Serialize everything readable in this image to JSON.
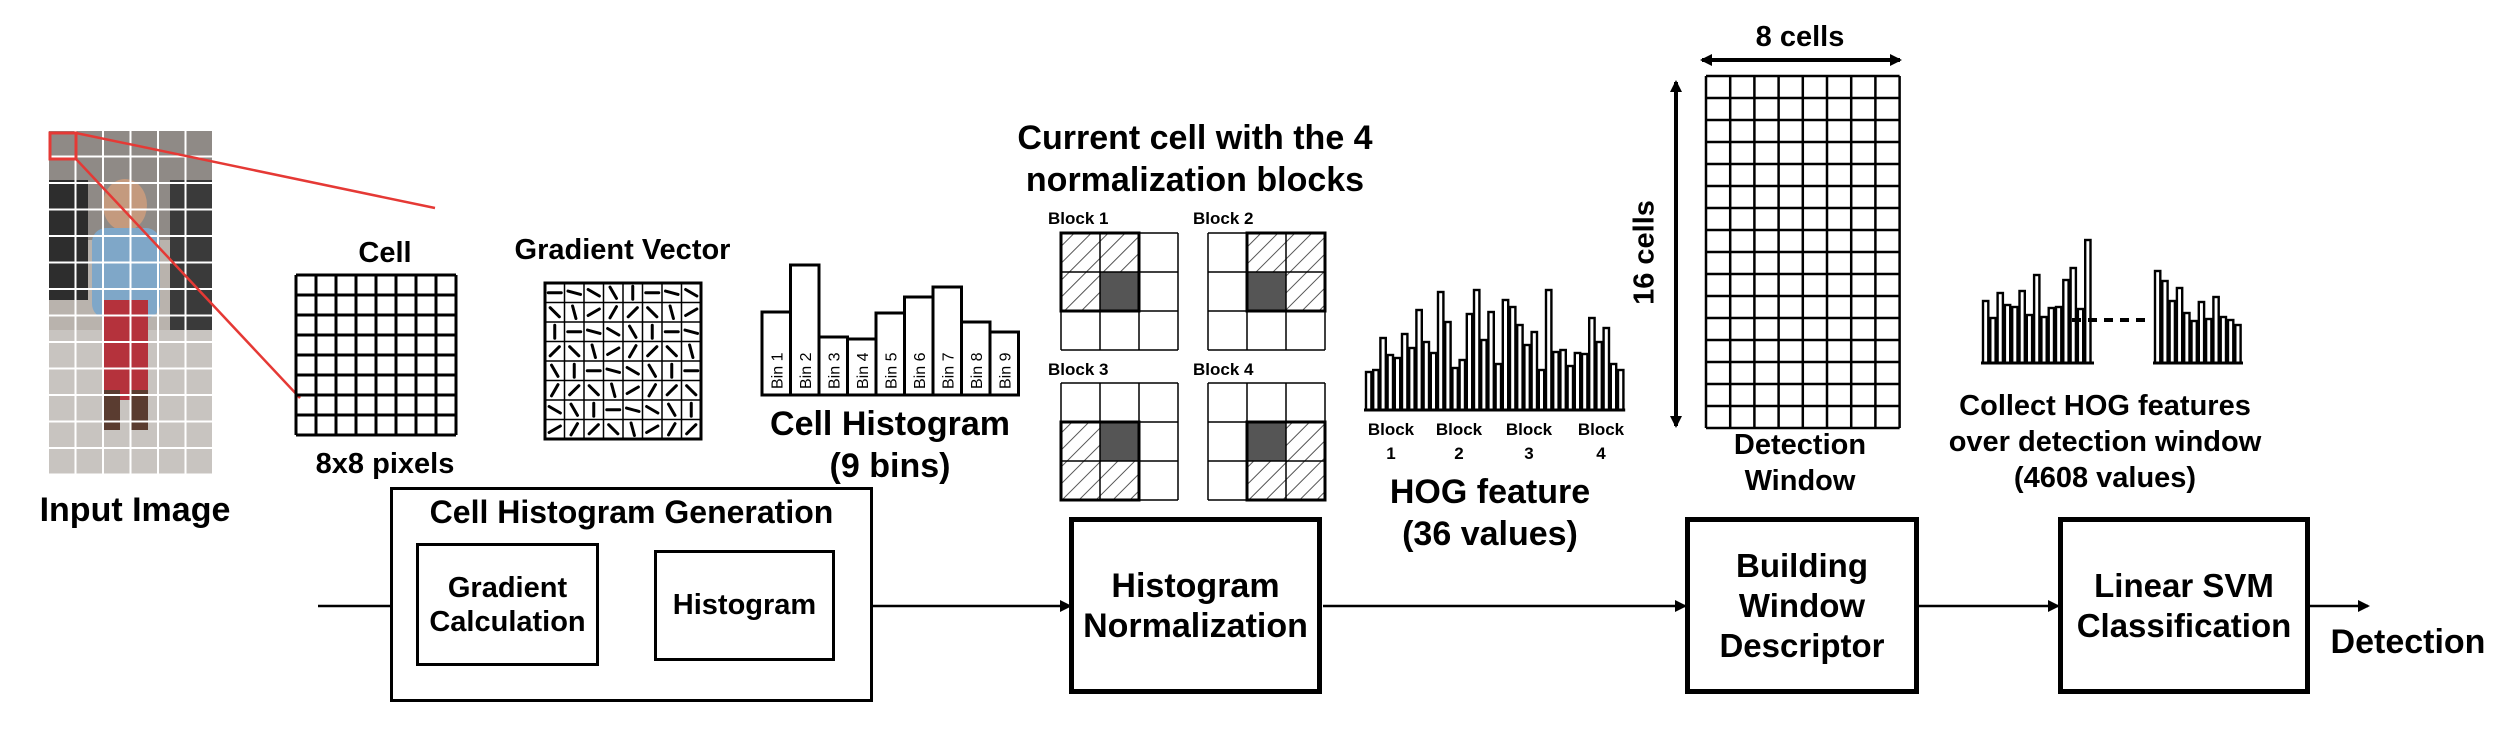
{
  "input_image": {
    "label": "Input Image"
  },
  "cell": {
    "title": "Cell",
    "caption": "8x8 pixels"
  },
  "gradient_vector": {
    "title": "Gradient Vector"
  },
  "cell_histogram": {
    "caption_line1": "Cell Histogram",
    "caption_line2": "(9 bins)",
    "bins": [
      "Bin 1",
      "Bin 2",
      "Bin 3",
      "Bin 4",
      "Bin 5",
      "Bin 6",
      "Bin 7",
      "Bin 8",
      "Bin 9"
    ]
  },
  "normalization": {
    "title_line1": "Current cell with the 4",
    "title_line2": "normalization blocks",
    "blocks": [
      "Block 1",
      "Block 2",
      "Block 3",
      "Block 4"
    ]
  },
  "hog_feature": {
    "caption_line1": "HOG feature",
    "caption_line2": "(36 values)",
    "block_labels": [
      {
        "word": "Block",
        "num": "1"
      },
      {
        "word": "Block",
        "num": "2"
      },
      {
        "word": "Block",
        "num": "3"
      },
      {
        "word": "Block",
        "num": "4"
      }
    ]
  },
  "detection_window": {
    "width_label": "8 cells",
    "height_label": "16 cells",
    "caption_line1": "Detection",
    "caption_line2": "Window"
  },
  "collect": {
    "line1": "Collect HOG features",
    "line2": "over detection window",
    "line3": "(4608 values)"
  },
  "pipeline": {
    "group_title": "Cell Histogram Generation",
    "gradient_calc": {
      "line1": "Gradient",
      "line2": "Calculation"
    },
    "histogram": "Histogram",
    "hist_norm": {
      "line1": "Histogram",
      "line2": "Normalization"
    },
    "window_desc": {
      "line1": "Building",
      "line2": "Window",
      "line3": "Descriptor"
    },
    "svm": {
      "line1": "Linear SVM",
      "line2": "Classification"
    },
    "output": "Detection"
  }
}
